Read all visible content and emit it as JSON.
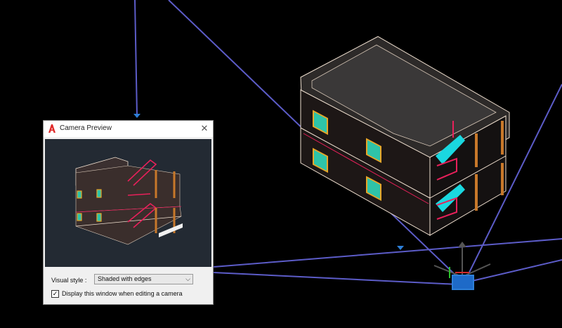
{
  "colors": {
    "background": "#000000",
    "camera_line": "#5c5cc8",
    "camera_glyph": "#2d7fd8",
    "building_wall": "#1d1716",
    "building_edge": "#f0e0d0",
    "roof": "#333333",
    "window_frame": "#e8a628",
    "window_glass": "#2ec4a8",
    "railing": "#e8205a",
    "stair": "#1ad8e0",
    "column": "#c8782a",
    "preview_bg": "#232a33"
  },
  "dialog": {
    "icon": "autocad-logo-icon",
    "title": "Camera Preview",
    "close_icon": "close-icon",
    "close_glyph": "✕",
    "visual_style_label": "Visual style :",
    "visual_style_value": "Shaded with edges",
    "dropdown_icon": "chevron-down-icon",
    "dropdown_glyph": "⌵",
    "checkbox_label": "Display this window when editing a camera",
    "checkbox_checked": true,
    "checkbox_glyph": "✓"
  }
}
